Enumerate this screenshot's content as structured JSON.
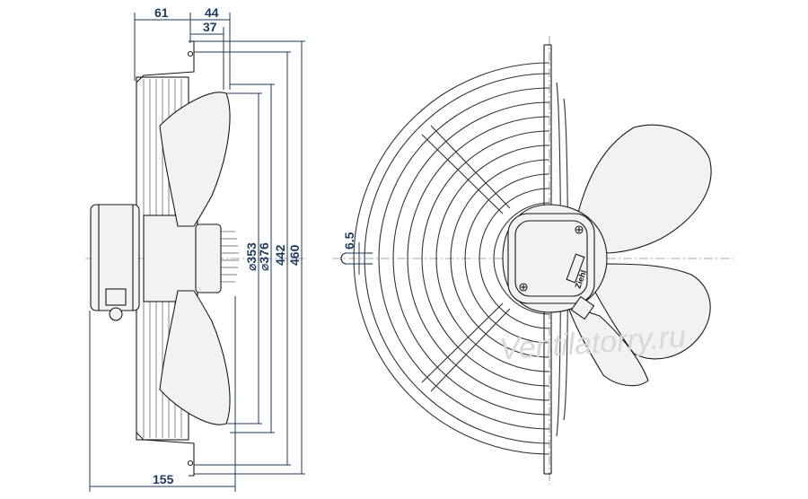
{
  "drawing": {
    "dimensions": {
      "d61": "61",
      "d44": "44",
      "d37": "37",
      "d155": "155",
      "d353": "⌀353",
      "d376": "⌀376",
      "d442": "442",
      "d460": "460",
      "d6_5": "6.5"
    },
    "logo_text": "Ziehl",
    "watermark": "Ventilatorry.ru"
  }
}
